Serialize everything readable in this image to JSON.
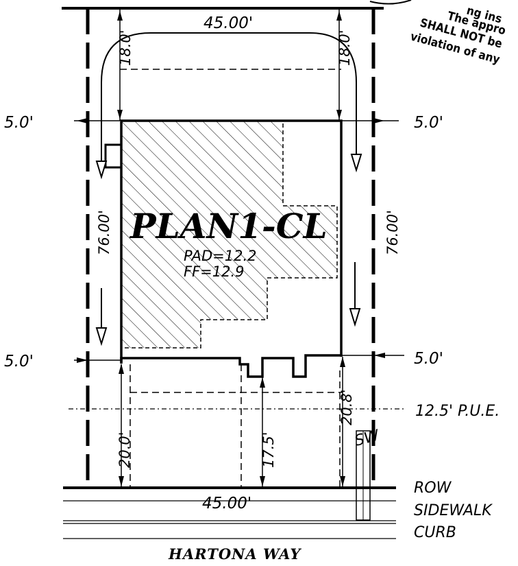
{
  "lot": {
    "frontage_top": "45.00'",
    "frontage_bottom": "45.00'",
    "depth_left": "76.00'",
    "depth_right": "76.00'",
    "setback_left_top": "18.0'",
    "setback_right_top": "18.0'",
    "side_left_top": "5.0'",
    "side_right_top": "5.0'",
    "side_left_bottom": "5.0'",
    "side_right_bottom": "5.0'",
    "front_left": "20.0'",
    "front_middle": "17.5'",
    "front_right": "20.8'",
    "pue": "12.5' P.U.E."
  },
  "building": {
    "plan_name": "PLAN1-CL",
    "pad": "PAD=12.2",
    "ff": "FF=12.9"
  },
  "labels": {
    "sw": "SW",
    "row": "ROW",
    "sidewalk": "SIDEWALK",
    "curb": "CURB",
    "street": "HARTONA WAY"
  },
  "stamp": {
    "line1": "ng ins",
    "line2": "The appro",
    "line3": "SHALL NOT be",
    "line4": "violation of any"
  }
}
